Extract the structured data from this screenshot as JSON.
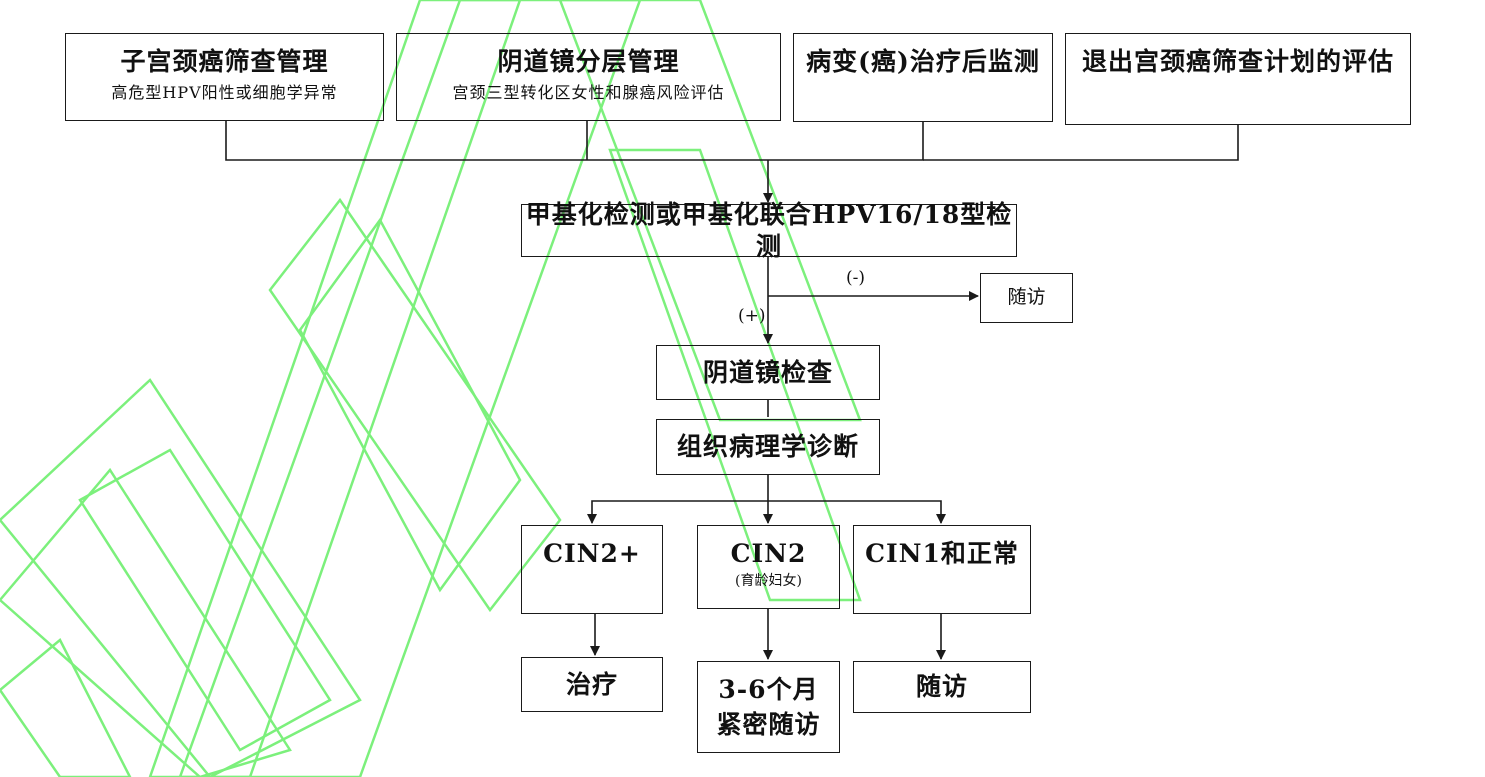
{
  "flowchart": {
    "entry_boxes": [
      {
        "title": "子宫颈癌筛查管理",
        "subtitle": "高危型HPV阳性或细胞学异常"
      },
      {
        "title": "阴道镜分层管理",
        "subtitle": "宫颈三型转化区女性和腺癌风险评估"
      },
      {
        "title": "病变(癌)治疗后监测",
        "subtitle": ""
      },
      {
        "title": "退出宫颈癌筛查计划的评估",
        "subtitle": ""
      }
    ],
    "test_box": "甲基化检测或甲基化联合HPV16/18型检测",
    "negative_label": "(-)",
    "positive_label": "(+)",
    "negative_result": "随访",
    "colposcopy": "阴道镜检查",
    "pathology": "组织病理学诊断",
    "outcomes": [
      {
        "title": "CIN2+",
        "note": ""
      },
      {
        "title": "CIN2",
        "note": "(育龄妇女)"
      },
      {
        "title": "CIN1和正常",
        "note": ""
      }
    ],
    "actions": [
      {
        "line1": "治疗",
        "line2": ""
      },
      {
        "line1": "3-6个月",
        "line2": "紧密随访"
      },
      {
        "line1": "随访",
        "line2": ""
      }
    ]
  },
  "colors": {
    "line": "#1a1a1a",
    "watermark": "#7CF07C"
  }
}
